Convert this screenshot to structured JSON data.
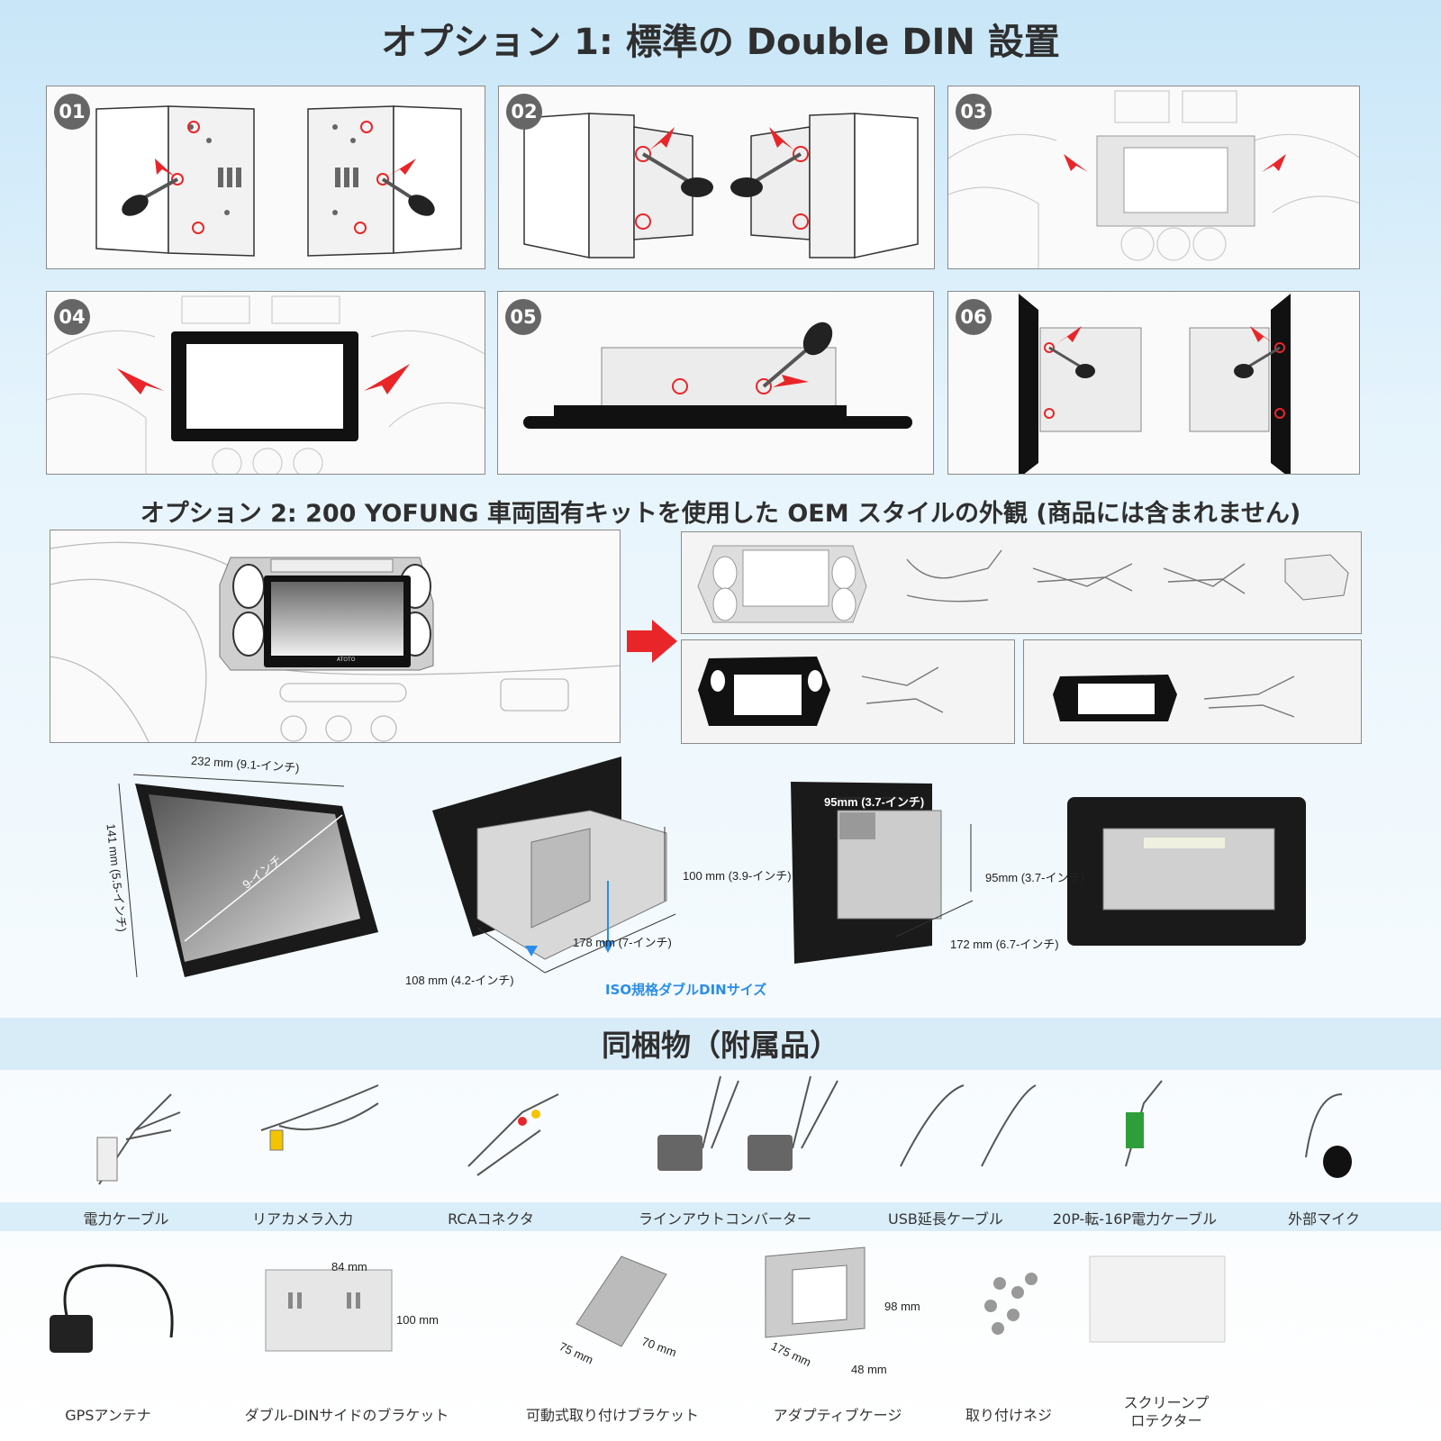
{
  "option1_title": "オプション 1: 標準の Double DIN 設置",
  "steps": [
    {
      "num": "01"
    },
    {
      "num": "02"
    },
    {
      "num": "03"
    },
    {
      "num": "04"
    },
    {
      "num": "05"
    },
    {
      "num": "06"
    }
  ],
  "option2_title": "オプション 2: 200 YOFUNG 車両固有キットを使用した OEM スタイルの外観 (商品には含まれません)",
  "dimensions": {
    "width": "232 mm (9.1-インチ)",
    "height": "141 mm (5.5-インチ)",
    "diagonal": "9-インチ",
    "unit_height": "100 mm (3.9-インチ)",
    "unit_depth": "178 mm (7-インチ)",
    "unit_width": "108 mm (4.2-インチ)",
    "iso": "ISO規格ダブルDINサイズ",
    "back_width": "95mm (3.7-インチ)",
    "back_height": "95mm (3.7-インチ)",
    "back_depth": "172 mm (6.7-インチ)"
  },
  "accessories_title": "同梱物（附属品）",
  "accessories_row1": [
    "電力ケーブル",
    "リアカメラ入力",
    "RCAコネクタ",
    "ラインアウトコンバーター",
    "USB延長ケーブル",
    "20P-転-16P電力ケーブル",
    "外部マイク"
  ],
  "accessories_row2": [
    "GPSアンテナ",
    "ダブル-DINサイドのブラケット",
    "可動式取り付けブラケット",
    "アダプティブケージ",
    "取り付けネジ",
    "スクリーンプ ロテクター"
  ],
  "accessory_dims": {
    "bracket_w": "84 mm",
    "bracket_h": "100 mm",
    "movable_a": "75 mm",
    "movable_b": "70 mm",
    "cage_h": "98 mm",
    "cage_d": "175 mm",
    "cage_w": "48 mm"
  },
  "radio_brand": "ATOTO",
  "colors": {
    "accent_red": "#e8262a",
    "iso_blue": "#2a8ee8",
    "step_badge": "#666666"
  }
}
